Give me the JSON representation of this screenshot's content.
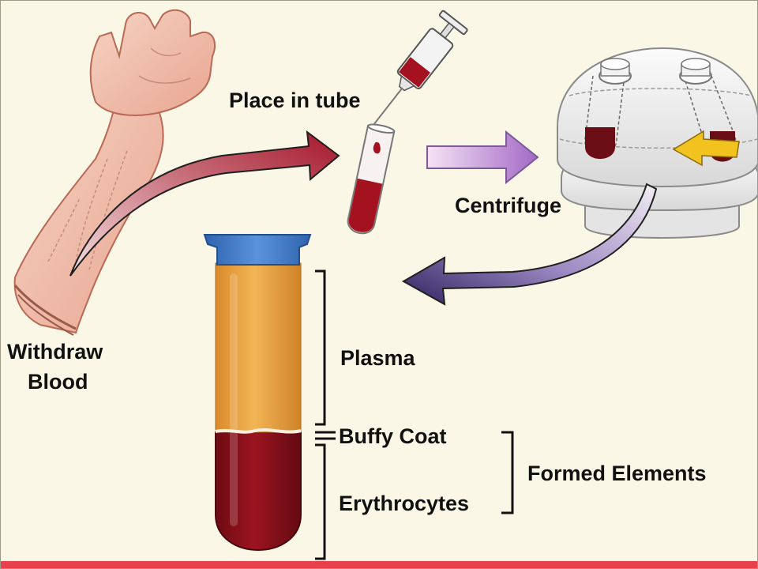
{
  "labels": {
    "withdraw_line1": "Withdraw",
    "withdraw_line2": "Blood",
    "place_in_tube": "Place in tube",
    "centrifuge": "Centrifuge",
    "plasma": "Plasma",
    "buffy_coat": "Buffy Coat",
    "erythrocytes": "Erythrocytes",
    "formed_elements": "Formed Elements"
  },
  "colors": {
    "background": "#fbf7e6",
    "blood_red": "#9b1420",
    "plasma_orange": "#e8a13e",
    "cap_blue": "#3f79c8",
    "arrow_red": "#a5162a",
    "arrow_purple": "#b27ad0",
    "arrow_navy": "#3a2f74",
    "arrow_yellow": "#f2c21f",
    "bottom_bar": "#e8414b"
  }
}
